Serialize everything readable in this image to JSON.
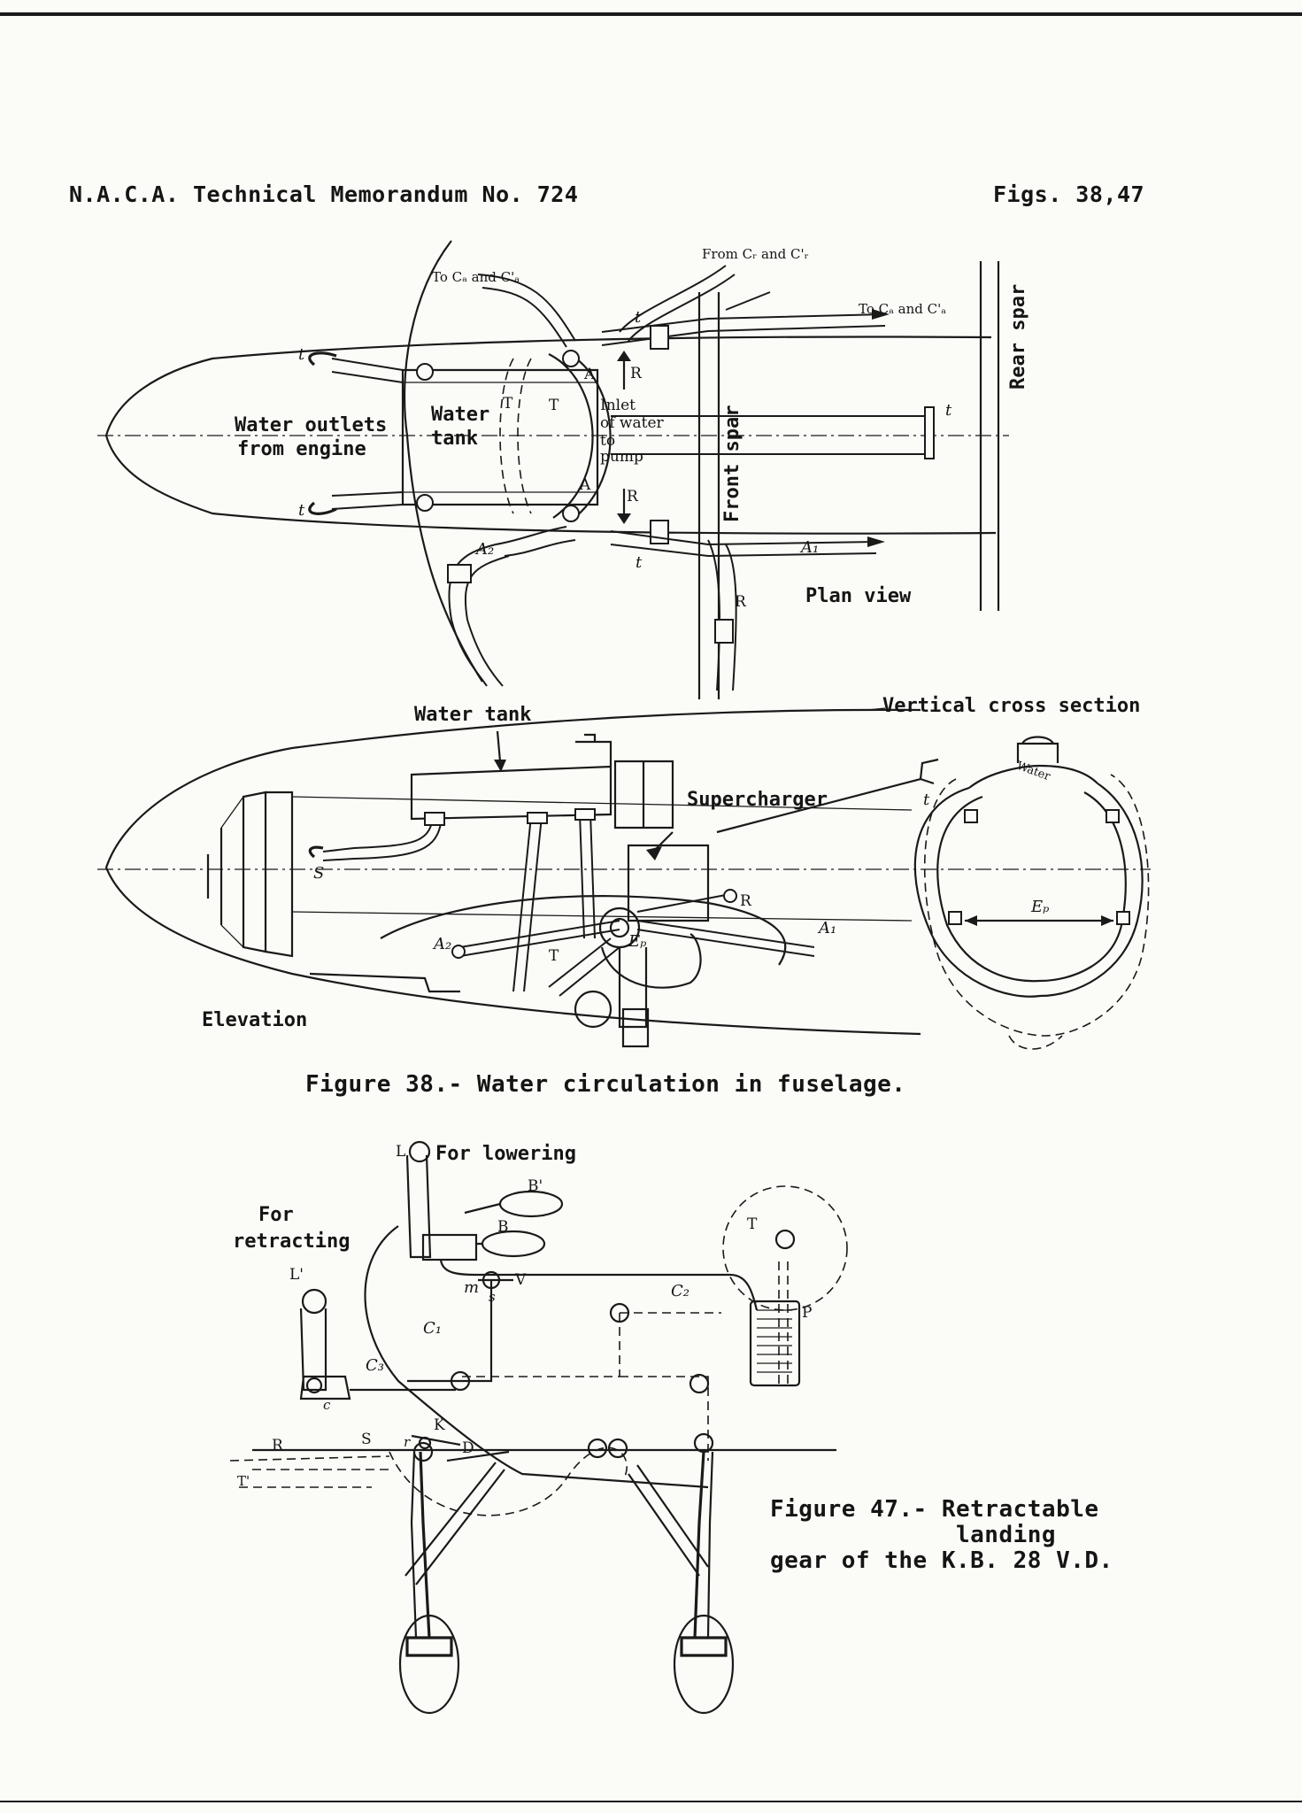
{
  "header": {
    "left": "N.A.C.A. Technical Memorandum No. 724",
    "right": "Figs. 38,47"
  },
  "figure38": {
    "caption": "Figure 38.- Water circulation in fuselage.",
    "plan_view": {
      "title": "Plan view",
      "water_outlets": [
        "Water outlets",
        "from engine"
      ],
      "water_tank": [
        "Water",
        "tank"
      ],
      "inlet": [
        "Inlet",
        "of water",
        "to",
        "pump"
      ],
      "to_ca_top": "To Cₐ and C'ₐ",
      "from_cr": "From Cᵣ and C'ᵣ",
      "to_ca_right": "To Cₐ and C'ₐ",
      "front_spar": "Front spar",
      "rear_spar": "Rear spar",
      "letters": {
        "t": "t",
        "T": "T",
        "A": "A",
        "R": "R",
        "A1": "A₁",
        "A2": "A₂"
      }
    },
    "elevation": {
      "title": "Elevation",
      "water_tank": "Water tank",
      "supercharger": "Supercharger",
      "cross_section": "Vertical cross section",
      "water_word": "Water",
      "ep": "Eₚ",
      "letters": {
        "S": "S",
        "t": "t",
        "R": "R",
        "A1": "A₁",
        "A2": "A₂",
        "T": "T",
        "Ep": "Eₚ"
      }
    }
  },
  "figure47": {
    "caption": [
      "Figure 47.- Retractable",
      "landing",
      "gear of the K.B. 28 V.D."
    ],
    "for_lowering": "For lowering",
    "for_retracting": [
      "For",
      "retracting"
    ],
    "letters": {
      "L": "L",
      "L_prime": "L'",
      "B": "B",
      "B_prime": "B'",
      "m": "m",
      "s": "s",
      "V": "V",
      "T": "T",
      "P": "P",
      "C1": "C₁",
      "C2": "C₂",
      "C3": "C₃",
      "c": "c",
      "K": "K",
      "R": "R",
      "S": "S",
      "r": "r",
      "D": "D",
      "T_prime": "T'"
    }
  }
}
